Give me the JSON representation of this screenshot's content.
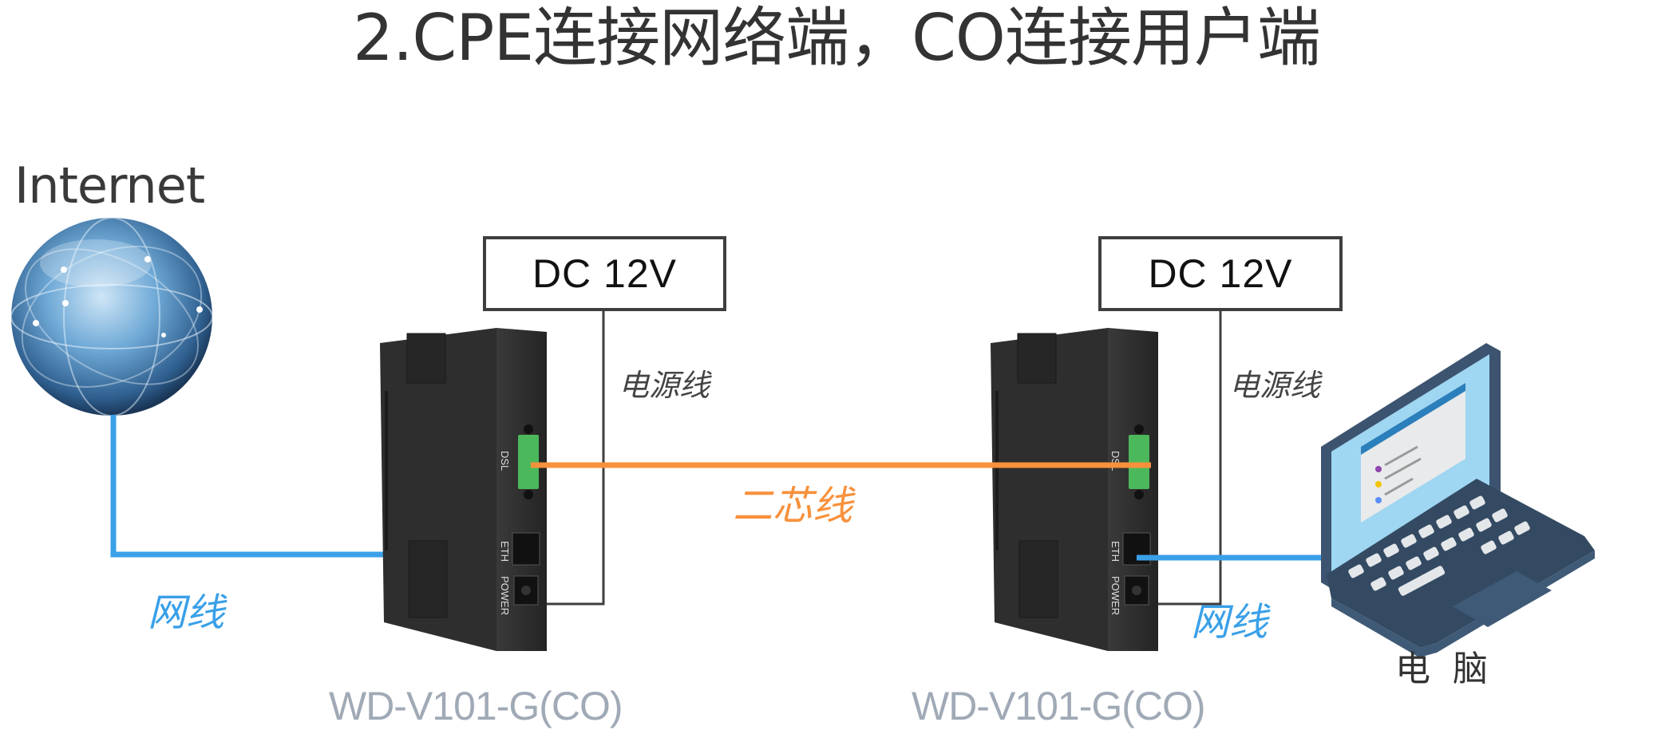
{
  "title": "2.CPE连接网络端，CO连接用户端",
  "internet_label": "Internet",
  "devices": [
    {
      "model": "WD-V101-G(CO)",
      "power_source": "DC 12V",
      "power_cable_label": "电源线",
      "ports": {
        "dsl": "DSL",
        "eth": "ETH",
        "power": "POWER"
      }
    },
    {
      "model": "WD-V101-G(CO)",
      "power_source": "DC 12V",
      "power_cable_label": "电源线",
      "ports": {
        "dsl": "DSL",
        "eth": "ETH",
        "power": "POWER"
      }
    }
  ],
  "links": {
    "left_network_cable": "网线",
    "two_core_cable": "二芯线",
    "right_network_cable": "网线"
  },
  "computer_label": "电脑",
  "colors": {
    "network_cable": "#3aa0e8",
    "two_core_cable": "#f8913c",
    "power_cable": "#3f3f3f",
    "model_text": "#a0aab6",
    "device_body": "#2a2a2a",
    "terminal_block": "#4cb85c"
  }
}
